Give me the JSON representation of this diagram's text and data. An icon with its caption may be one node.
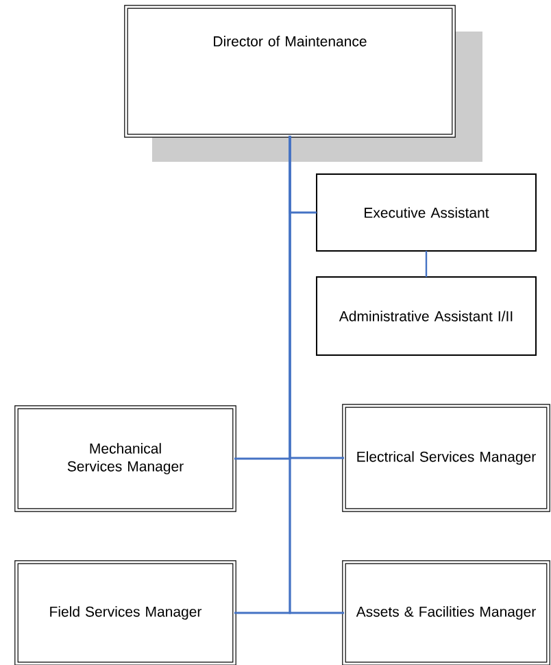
{
  "diagram": {
    "nodes": [
      {
        "text": [
          "Director of Maintenance"
        ]
      },
      {
        "text": [
          "Executive Assistant"
        ]
      },
      {
        "text": [
          "Administrative Assistant I/II"
        ]
      },
      {
        "text": [
          "Mechanical Services Manager"
        ]
      },
      {
        "text": [
          "Electrical Services Manager"
        ]
      },
      {
        "text": [
          "Field Services Manager"
        ]
      },
      {
        "text": [
          "Assets & Facilities Manager"
        ]
      }
    ],
    "edges": [
      {
        "from": 0,
        "to": 1,
        "arrow": "none"
      },
      {
        "from": 1,
        "to": 2,
        "arrow": "none"
      },
      {
        "from": 0,
        "to": 3,
        "arrow": "none"
      },
      {
        "from": 0,
        "to": 4,
        "arrow": "none"
      },
      {
        "from": 0,
        "to": 5,
        "arrow": "none"
      },
      {
        "from": 0,
        "to": 6,
        "arrow": "none"
      }
    ]
  }
}
